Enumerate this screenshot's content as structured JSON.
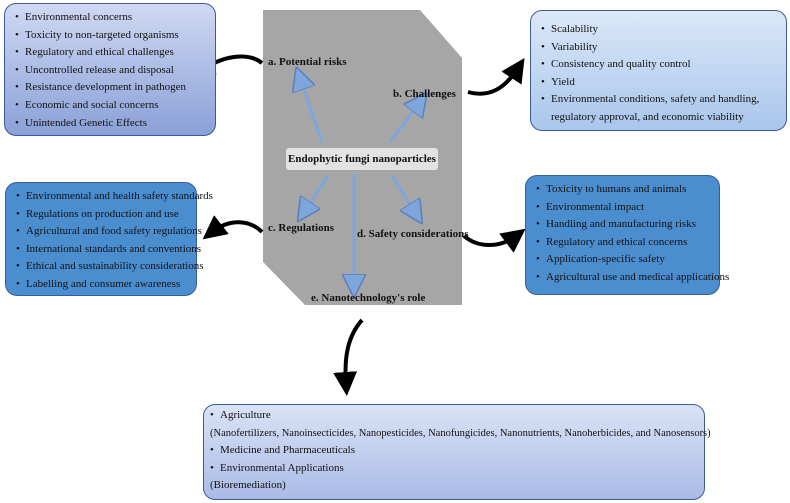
{
  "center": {
    "title": "Endophytic fungi nanoparticles"
  },
  "labels": {
    "a": "a. Potential risks",
    "b": "b. Challenges",
    "c": "c. Regulations",
    "d": "d. Safety considerations",
    "e": "e. Nanotechnology's role"
  },
  "potential_risks": [
    "Environmental concerns",
    "Toxicity to non-targeted organisms",
    "Regulatory and ethical challenges",
    "Uncontrolled release and disposal",
    "Resistance development in pathogen",
    "Economic and social concerns",
    "Unintended Genetic Effects"
  ],
  "challenges": [
    "Scalability",
    "Variability",
    "Consistency and quality control",
    "Yield",
    "Environmental conditions, safety and handling, regulatory approval, and economic viability"
  ],
  "regulations": [
    "Environmental and health safety standards",
    "Regulations on production and use",
    "Agricultural and food safety regulations",
    "International standards and conventions",
    "Ethical and sustainability considerations",
    "Labelling and consumer awareness"
  ],
  "safety_considerations": [
    "Toxicity to humans and animals",
    "Environmental impact",
    "Handling and manufacturing risks",
    "Regulatory and ethical concerns",
    "Application-specific safety",
    "Agricultural use and medical applications"
  ],
  "nanotech_role": {
    "agriculture": "Agriculture",
    "agriculture_detail": "(Nanofertilizers, Nanoinsecticides, Nanopesticides, Nanofungicides, Nanonutrients, Nanoherbicides, and Nanosensors)",
    "medicine": "Medicine and Pharmaceuticals",
    "environmental": "Environmental Applications",
    "environmental_detail": "(Bioremediation)"
  },
  "colors": {
    "center_panel": "#a6a6a6",
    "thin_arrow": "#7fa6dc",
    "box_border": "#3c5a98",
    "box_dark": "#4b8ed0"
  }
}
